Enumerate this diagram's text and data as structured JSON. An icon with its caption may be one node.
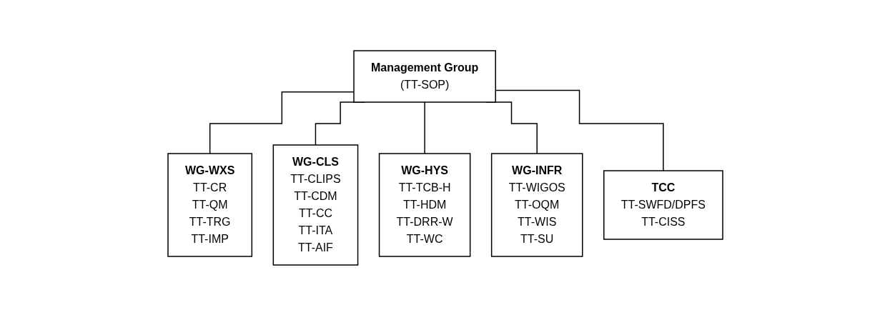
{
  "diagram": {
    "nodes": [
      {
        "text": [
          "Management Group",
          "(TT-SOP)"
        ]
      },
      {
        "text": [
          "WG-WXS",
          "TT-CR",
          "TT-QM",
          "TT-TRG",
          "TT-IMP"
        ]
      },
      {
        "text": [
          "WG-CLS",
          "TT-CLIPS",
          "TT-CDM",
          "TT-CC",
          "TT-ITA",
          "TT-AIF"
        ]
      },
      {
        "text": [
          "WG-HYS",
          "TT-TCB-H",
          "TT-HDM",
          "TT-DRR-W",
          "TT-WC"
        ]
      },
      {
        "text": [
          "WG-INFR",
          "TT-WIGOS",
          "TT-OQM",
          "TT-WIS",
          "TT-SU"
        ]
      },
      {
        "text": [
          "TCC",
          "TT-SWFD/DPFS",
          "TT-CISS"
        ]
      }
    ],
    "edges": [
      {
        "from": 0,
        "to": 1,
        "arrow": "none"
      },
      {
        "from": 0,
        "to": 2,
        "arrow": "none"
      },
      {
        "from": 0,
        "to": 3,
        "arrow": "none"
      },
      {
        "from": 0,
        "to": 4,
        "arrow": "none"
      },
      {
        "from": 0,
        "to": 5,
        "arrow": "none"
      }
    ]
  }
}
